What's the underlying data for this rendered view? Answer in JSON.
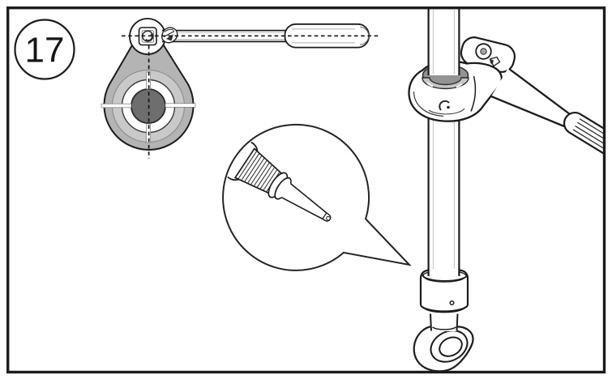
{
  "figure": {
    "step_number": "17",
    "colors": {
      "line": "#1c1c1c",
      "background": "#ffffff",
      "clamp_body_gray": "#b4b4b4",
      "clamp_inner_gray": "#c9c9c9",
      "post_core_gray": "#6e6e6e",
      "collar_front_gray": "#c6c6c6",
      "collar_back_gray": "#939393"
    },
    "parts": [
      {
        "id": "step-number-badge",
        "label": "17"
      },
      {
        "id": "ratchet-top-view",
        "label": "ratchet wrench (top view)"
      },
      {
        "id": "clamp-top-view",
        "label": "clamp collar (top view)"
      },
      {
        "id": "callout-bubble",
        "label": "detail callout"
      },
      {
        "id": "adhesive-bottle",
        "label": "adhesive applicator nozzle"
      },
      {
        "id": "seatpost",
        "label": "post (side view)"
      },
      {
        "id": "ratchet-side-view",
        "label": "ratchet wrench (side view)"
      },
      {
        "id": "clevis-eye",
        "label": "post end eyelet"
      }
    ]
  }
}
